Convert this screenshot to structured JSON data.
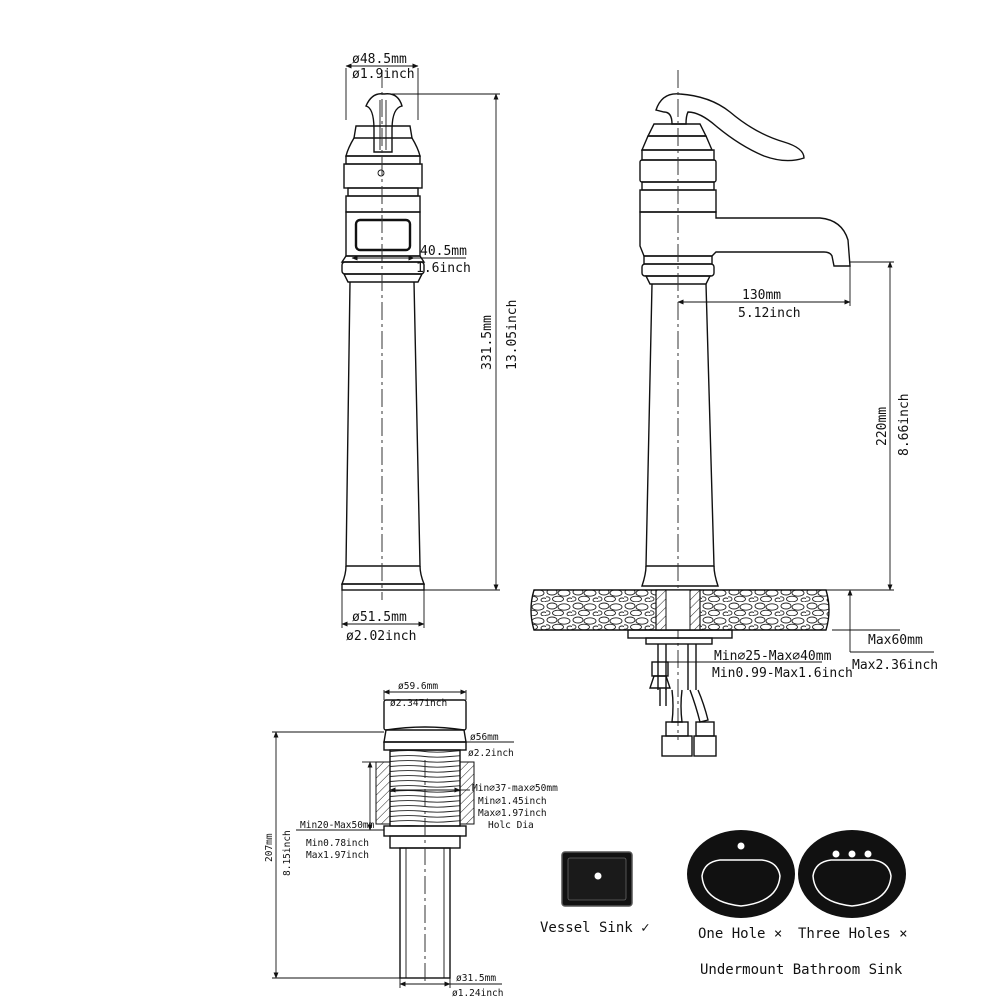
{
  "front_view": {
    "top_diameter_mm": "ø48.5mm",
    "top_diameter_in": "ø1.9inch",
    "mid_diameter_mm": "40.5mm",
    "mid_diameter_in": "1.6inch",
    "height_mm": "331.5mm",
    "height_in": "13.05inch",
    "base_diameter_mm": "ø51.5mm",
    "base_diameter_in": "ø2.02inch"
  },
  "side_view": {
    "spout_reach_mm": "130mm",
    "spout_reach_in": "5.12inch",
    "spout_height_mm": "220mm",
    "spout_height_in": "8.66inch",
    "max_deck_mm": "Max60mm",
    "max_deck_in": "Max2.36inch",
    "hole_range_mm": "Min⌀25-Max⌀40mm",
    "hole_range_in": "Min0.99-Max1.6inch"
  },
  "drain": {
    "cap_diameter_mm": "ø59.6mm",
    "cap_diameter_in": "ø2.347inch",
    "flange_mm": "ø56mm",
    "flange_in": "ø2.2inch",
    "hole_dia_mm": "Min⌀37-max⌀50mm",
    "hole_dia_min_in": "Min⌀1.45inch",
    "hole_dia_max_in": "Max⌀1.97inch",
    "hole_dia_label": "Holc Dia",
    "thickness_mm": "Min20-Max50mm",
    "thickness_min_in": "Min0.78inch",
    "thickness_max_in": "Max1.97inch",
    "length_mm": "207mm",
    "length_in": "8.15inch",
    "tail_mm": "ø31.5mm",
    "tail_in": "ø1.24inch"
  },
  "sinks": {
    "vessel_label": "Vessel Sink ✓",
    "one_hole_label": "One Hole ×",
    "three_holes_label": "Three Holes ×",
    "undermount_label": "Undermount Bathroom Sink"
  }
}
